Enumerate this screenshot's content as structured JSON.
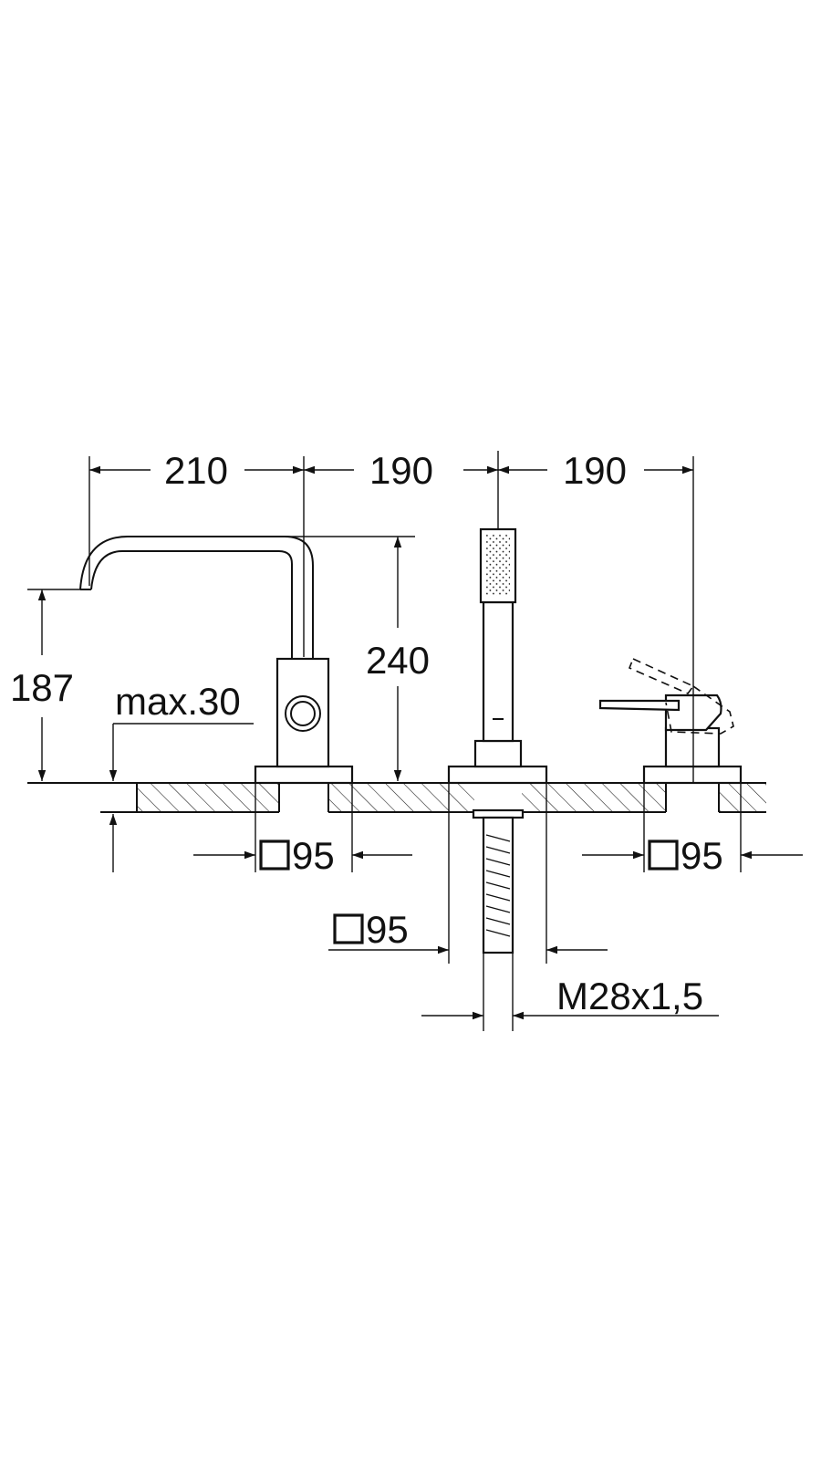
{
  "dimensions": {
    "spout_reach": "210",
    "spacing_center": "190",
    "spacing_right": "190",
    "spout_height": "240",
    "outlet_height": "187",
    "max_deck_thickness": "max.30",
    "base_left": "95",
    "base_center": "95",
    "base_right": "95",
    "thread": "M28x1,5"
  },
  "icons": {
    "square_symbol": "square-outline-icon"
  },
  "colors": {
    "line": "#111111",
    "background": "#ffffff"
  }
}
